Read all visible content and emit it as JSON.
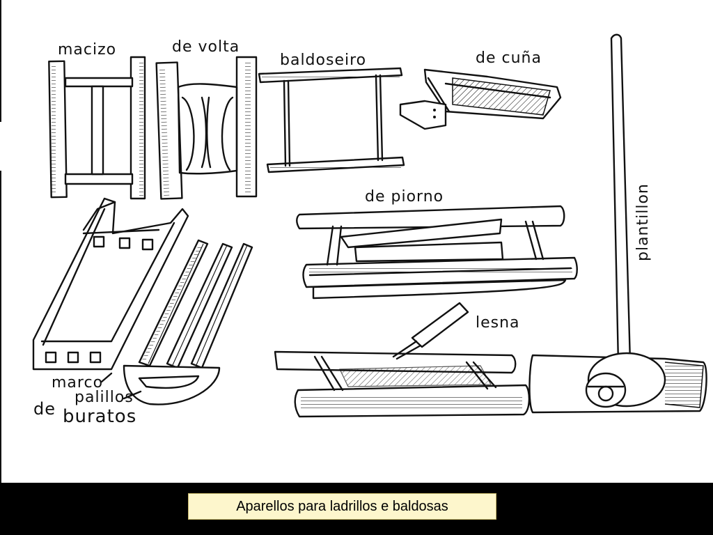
{
  "labels": {
    "macizo": "macizo",
    "de_volta": "de volta",
    "baldoseiro": "baldoseiro",
    "de_cuna": "de cuña",
    "de_piorno": "de piorno",
    "plantillon": "plantillon",
    "lesna": "lesna",
    "marco": "marco",
    "palillos": "palillos",
    "de": "de",
    "buratos": "buratos"
  },
  "caption": "Aparellos para ladrillos e baldosas",
  "colors": {
    "background": "#000000",
    "sketch_bg": "#ffffff",
    "caption_bg": "#fdf6cc",
    "ink": "#111111"
  }
}
